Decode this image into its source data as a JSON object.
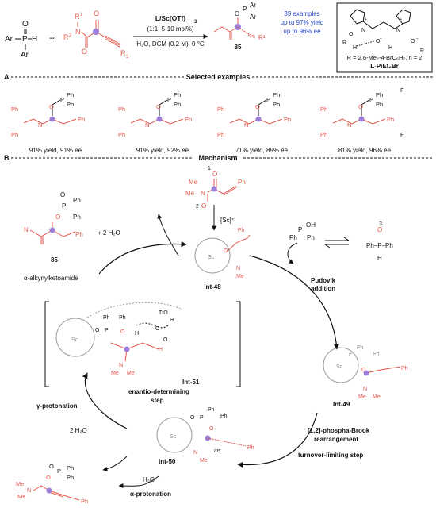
{
  "scheme": {
    "reactant_phosphine_oxide": {
      "p": "P",
      "o": "O",
      "h": "H",
      "ar": "Ar"
    },
    "reactant_ketoamide": {
      "r1": "R",
      "sup1": "1",
      "r2": "R",
      "sup2": "2",
      "n": "N",
      "o": "O",
      "r3": "R",
      "sub3": "3"
    },
    "plus": "+",
    "conditions": {
      "catalyst": "L/Sc(OTf)",
      "catalyst_sub": "3",
      "ratio": "(1:1, 5-10 mol%)",
      "solvent": "H₂O, DCM (0.2 M), 0 °C"
    },
    "product_label": "85",
    "product_atoms": {
      "p": "P",
      "o": "O",
      "ar": "Ar",
      "r3": "R³"
    },
    "stats": [
      "39 examples",
      "up to 97% yield",
      "up to 96% ee"
    ],
    "ligand": {
      "r_def": "R = 2,6-Me₂-4-BrC₆H₂, n = 2",
      "name": "L-PiEt₂Br",
      "n": "N",
      "h": "H",
      "o": "O",
      "r": "R",
      "plus": "+",
      "minus": "−"
    }
  },
  "sections": {
    "a_letter": "A",
    "a_title": "Selected examples",
    "b_letter": "B",
    "b_title": "Mechanism"
  },
  "examples": [
    {
      "yield": "91% yield, 91% ee"
    },
    {
      "yield": "91% yield, 92% ee"
    },
    {
      "yield": "71% yield, 89% ee"
    },
    {
      "yield": "81% yield, 96% ee"
    }
  ],
  "example_atoms": {
    "ph": "Ph",
    "p": "P",
    "o": "O",
    "n": "N",
    "f": "F"
  },
  "mechanism": {
    "start": {
      "label_1": "1",
      "label_2": "2",
      "me": "Me",
      "n": "N",
      "o": "O",
      "reagent": "[Sc]⁺"
    },
    "int48": "Int-48",
    "int49": "Int-49",
    "int50": "Int-50",
    "int51": "Int-51",
    "product85": "85",
    "water_out": "+ 2 H₂O",
    "alkynyl": "α-alkynylketoamide",
    "pudovik": [
      "Pudovik",
      "addition"
    ],
    "brook": [
      "[1,2]-phospha-Brook",
      "rearrangement"
    ],
    "turnover": "turnover-limiting step",
    "enantio": [
      "enantio-determining",
      "step"
    ],
    "gamma": "γ-protonation",
    "water_in": "2 H₂O",
    "h2o": "H₂O",
    "alpha": "α-protonation",
    "cis": "cis",
    "tfoh": "TfO",
    "h": "H",
    "sc": "Sc",
    "o": "O",
    "p": "P",
    "ph": "Ph",
    "phoh_p": "P",
    "phoh_oh": "OH",
    "phoh_ph": "Ph",
    "phoh_o3": "3",
    "phoh_o": "O",
    "tautomer": "Ph–P–Ph",
    "me": "Me",
    "n": "N"
  },
  "colors": {
    "accent": "#e2574c",
    "highlight": "#9b7fd9",
    "stats": "#2345c8",
    "ghost": "#9a9a9a"
  }
}
